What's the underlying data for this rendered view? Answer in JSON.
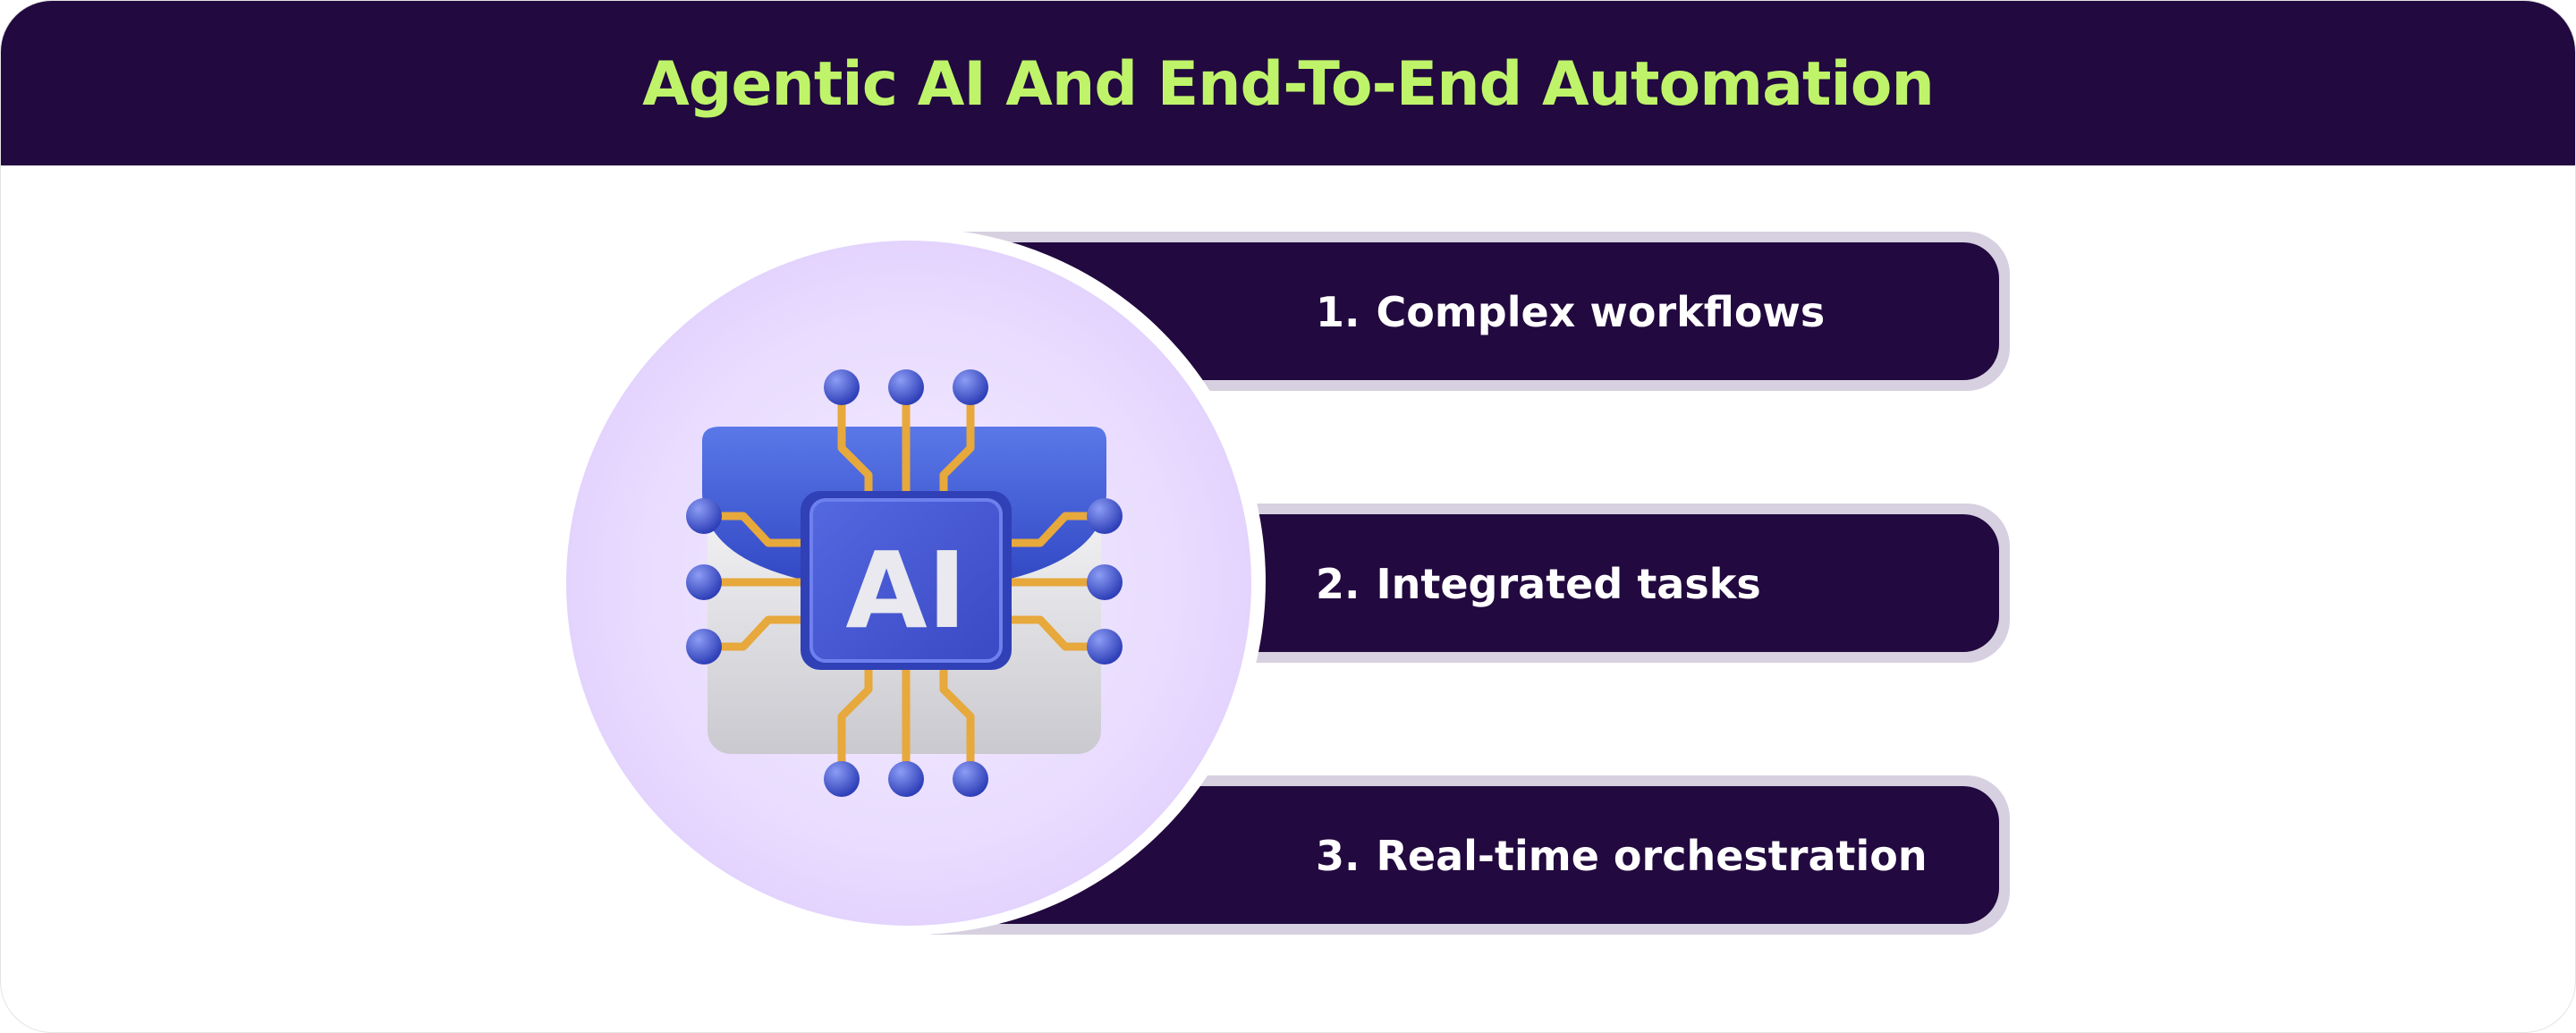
{
  "title": "Agentic AI And End-To-End Automation",
  "items": [
    {
      "number": "1.",
      "label": "Complex workflows"
    },
    {
      "number": "2.",
      "label": "Integrated tasks"
    },
    {
      "number": "3.",
      "label": "Real-time orchestration"
    }
  ],
  "illustration": {
    "icon": "ai-chip-icon",
    "text": "AI"
  },
  "colors": {
    "header_bg": "#22093f",
    "title": "#bff46a",
    "pill_bg": "#22093f",
    "pill_shadow": "#d6d0e0",
    "circle": "#e9dcff",
    "chip_blue": "#4b5fd6",
    "gold": "#e8a53a"
  }
}
